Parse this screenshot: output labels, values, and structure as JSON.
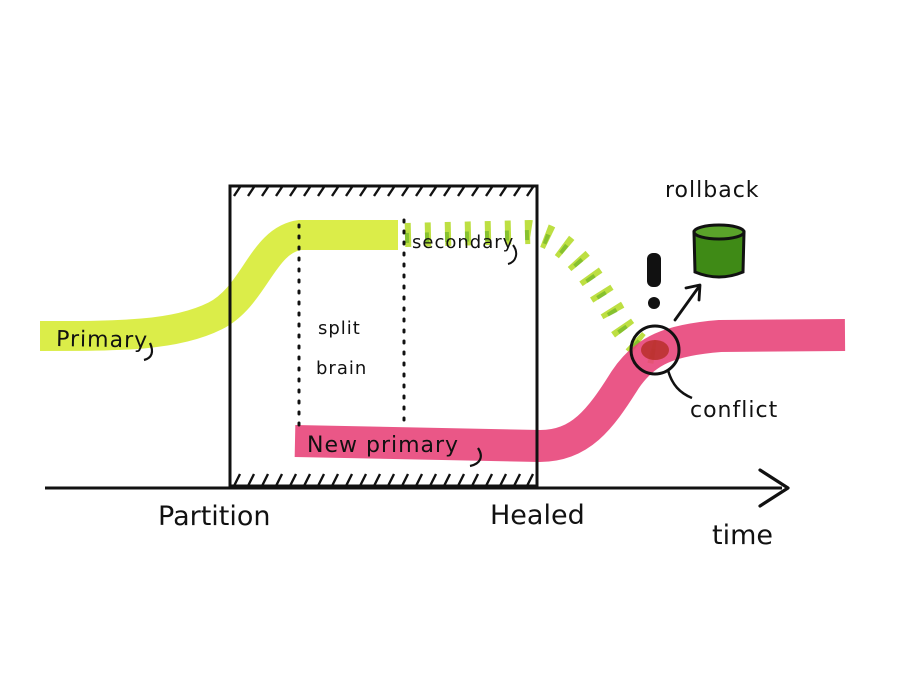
{
  "labels": {
    "primary": "Primary",
    "secondary": "secondary",
    "new_primary": "New primary",
    "split_brain_line1": "split",
    "split_brain_line2": "brain",
    "rollback": "rollback",
    "conflict": "conflict",
    "exclamation": "!",
    "partition": "Partition",
    "healed": "Healed",
    "time": "time"
  },
  "colors": {
    "primary_highlight": "#d8ec3a",
    "new_primary_highlight": "#e8457a",
    "rollback_bucket": "#3f8a16",
    "ink": "#111111"
  },
  "icons": {
    "rollback": "bucket-icon",
    "time_axis_end": "arrow-right-icon",
    "conflict_pointer": "arrow-up-right-icon"
  }
}
